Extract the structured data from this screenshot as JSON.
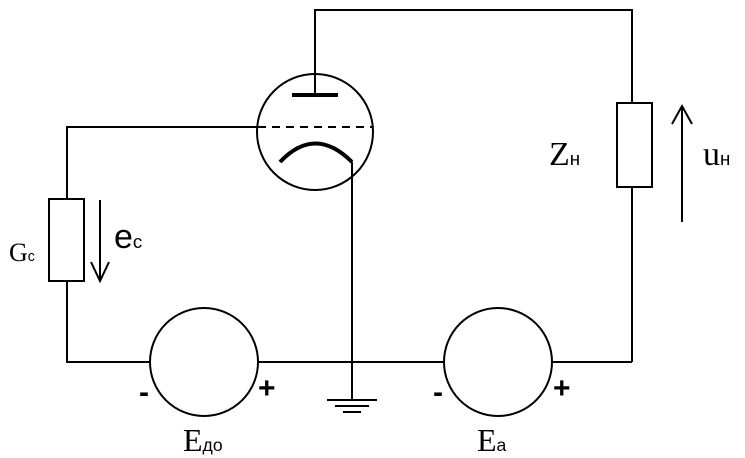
{
  "labels": {
    "load_impedance": {
      "main": "Z",
      "sub": "н"
    },
    "load_voltage": {
      "main": "u",
      "sub": "н"
    },
    "grid_conductance": {
      "main": "G",
      "sub": "c"
    },
    "signal_emf": {
      "main": "e",
      "sub": "c"
    },
    "grid_bias_source": {
      "main": "E",
      "sub": "до"
    },
    "anode_source": {
      "main": "E",
      "sub": "a"
    }
  },
  "polarity": {
    "grid_bias_minus": "-",
    "grid_bias_plus": "+",
    "anode_minus": "-",
    "anode_plus": "+"
  }
}
